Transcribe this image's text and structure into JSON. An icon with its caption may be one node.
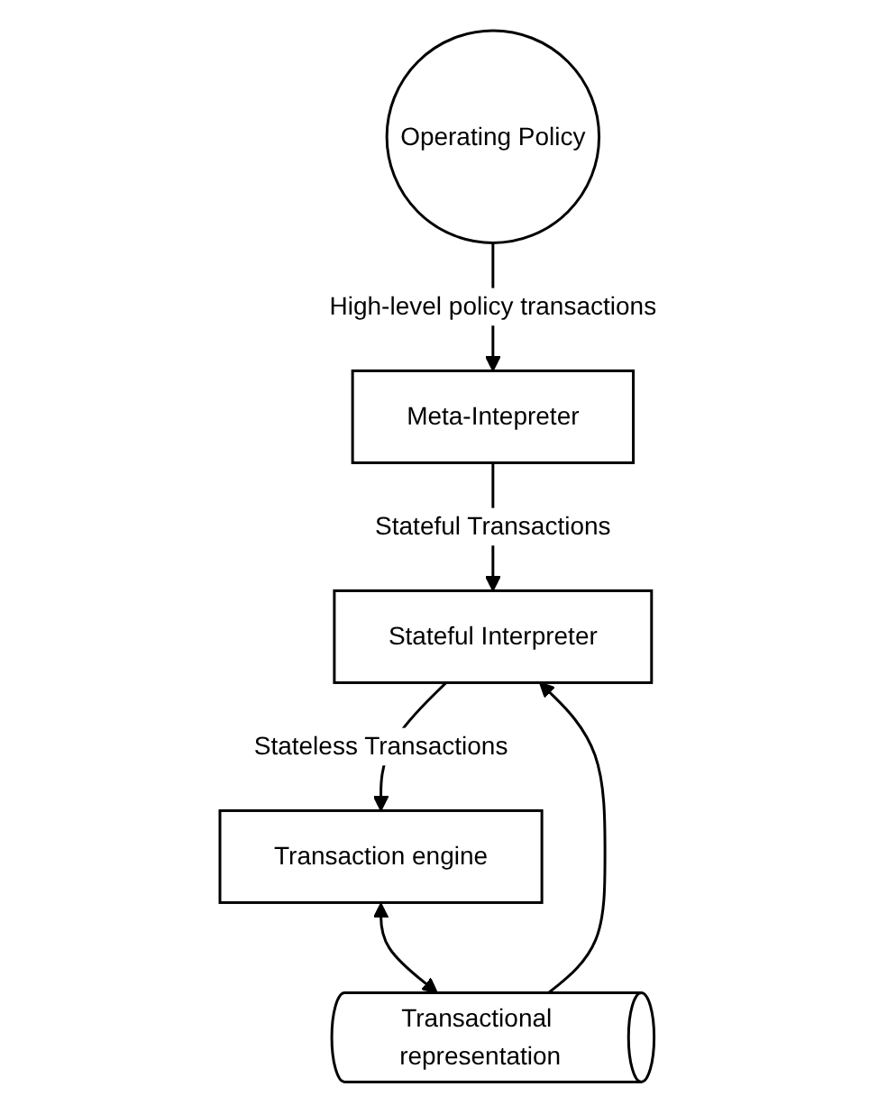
{
  "diagram": {
    "nodes": [
      {
        "text": [
          "Operating Policy"
        ]
      },
      {
        "text": [
          "Meta-Intepreter"
        ]
      },
      {
        "text": [
          "Stateful Interpreter"
        ]
      },
      {
        "text": [
          "Transaction engine"
        ]
      },
      {
        "text": [
          "Transactional representation"
        ]
      }
    ],
    "edges": [
      {
        "from": 0,
        "to": 1,
        "arrow": "to",
        "label": "High-level policy transactions"
      },
      {
        "from": 1,
        "to": 2,
        "arrow": "to",
        "label": "Stateful Transactions"
      },
      {
        "from": 2,
        "to": 3,
        "arrow": "to",
        "label": "Stateless Transactions"
      },
      {
        "from": 4,
        "to": 2,
        "arrow": "to"
      },
      {
        "from": 3,
        "to": 4,
        "arrow": "both"
      }
    ]
  }
}
